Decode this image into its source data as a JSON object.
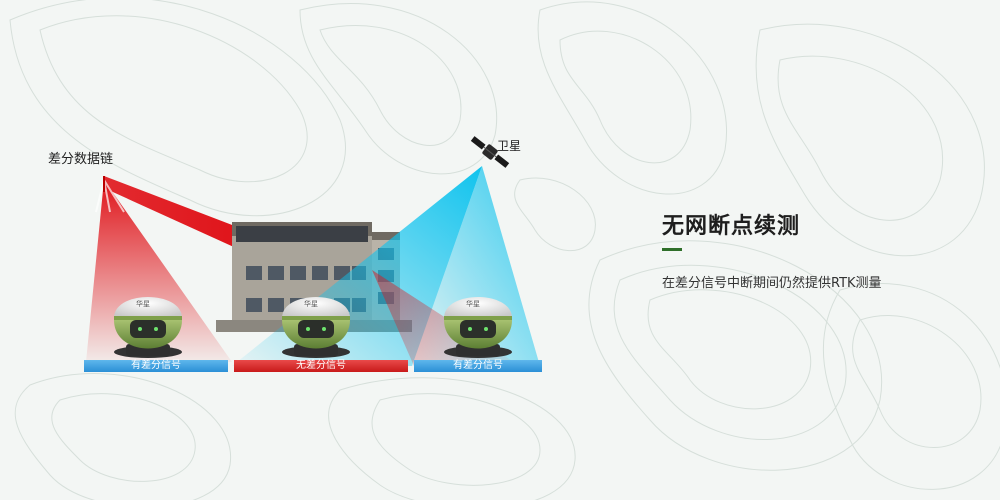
{
  "labels": {
    "data_link": "差分数据链",
    "satellite": "卫星",
    "title": "无网断点续测",
    "subtitle": "在差分信号中断期间仍然提供RTK测量"
  },
  "receivers": [
    {
      "brand": "华星",
      "status": "有差分信号"
    },
    {
      "brand": "华星",
      "status": "无差分信号"
    },
    {
      "brand": "华星",
      "status": "有差分信号"
    }
  ],
  "colors": {
    "accent": "#2f6f2a",
    "signal_red": "#e0141a",
    "signal_blue": "#1fb3e6",
    "bar_blue": "#2b8fd6",
    "bar_red": "#c81a1a",
    "receiver_green": "#7fa04a"
  },
  "icons": [
    "antenna-icon",
    "satellite-icon",
    "building-icon",
    "gnss-receiver-icon"
  ]
}
